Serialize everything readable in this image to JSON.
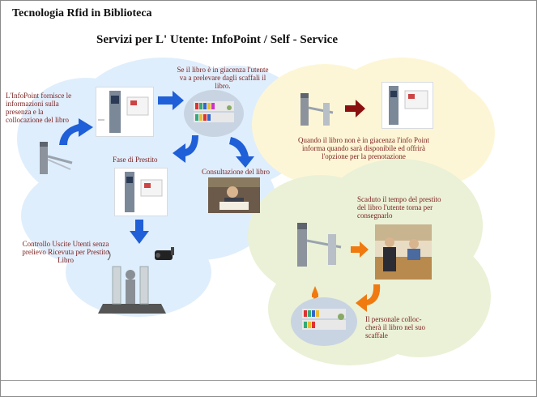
{
  "header": {
    "title": "Tecnologia Rfid in Biblioteca",
    "subtitle": "Servizi per L' Utente: InfoPoint / Self - Service"
  },
  "labels": {
    "infopoint": "L'InfoPoint fornisce le informazioni sulla presenza e la collocazione del libro",
    "giacenza": "Se il libro è in giacenza l'utente va a prelevare dagli scaffali il libro.",
    "prestito": "Fase di Prestito",
    "consultazione": "Consultazione del libro",
    "controllo": "Controllo Uscite Utenti senza prelievo Ricevuta per Prestito Libro",
    "prenotazione": "Quando il libro non è in giacenza l'info Point informa quando sarà disponibile ed offrirà l'opzione per la prenotazione",
    "scaduto": "Scaduto il tempo del prestito del libro l'utente torna per consegnarlo",
    "personale": "Il personale colloc- cherà il libro nel suo scaffale"
  },
  "colors": {
    "blue_cloud": "#dfeefc",
    "green_cloud": "#eaf1d6",
    "yellow_cloud": "#fdf6d6",
    "blue_arrow": "#1f5fd8",
    "red_arrow": "#8a1010",
    "orange_arrow": "#f07a10",
    "label_text": "#7a1e1e"
  },
  "icons": {
    "kiosk": "infopoint-kiosk-icon",
    "gate": "turnstile-gate-icon",
    "shelves": "library-shelves-icon",
    "camera": "security-camera-icon",
    "antenna": "antitheft-gate-icon"
  }
}
